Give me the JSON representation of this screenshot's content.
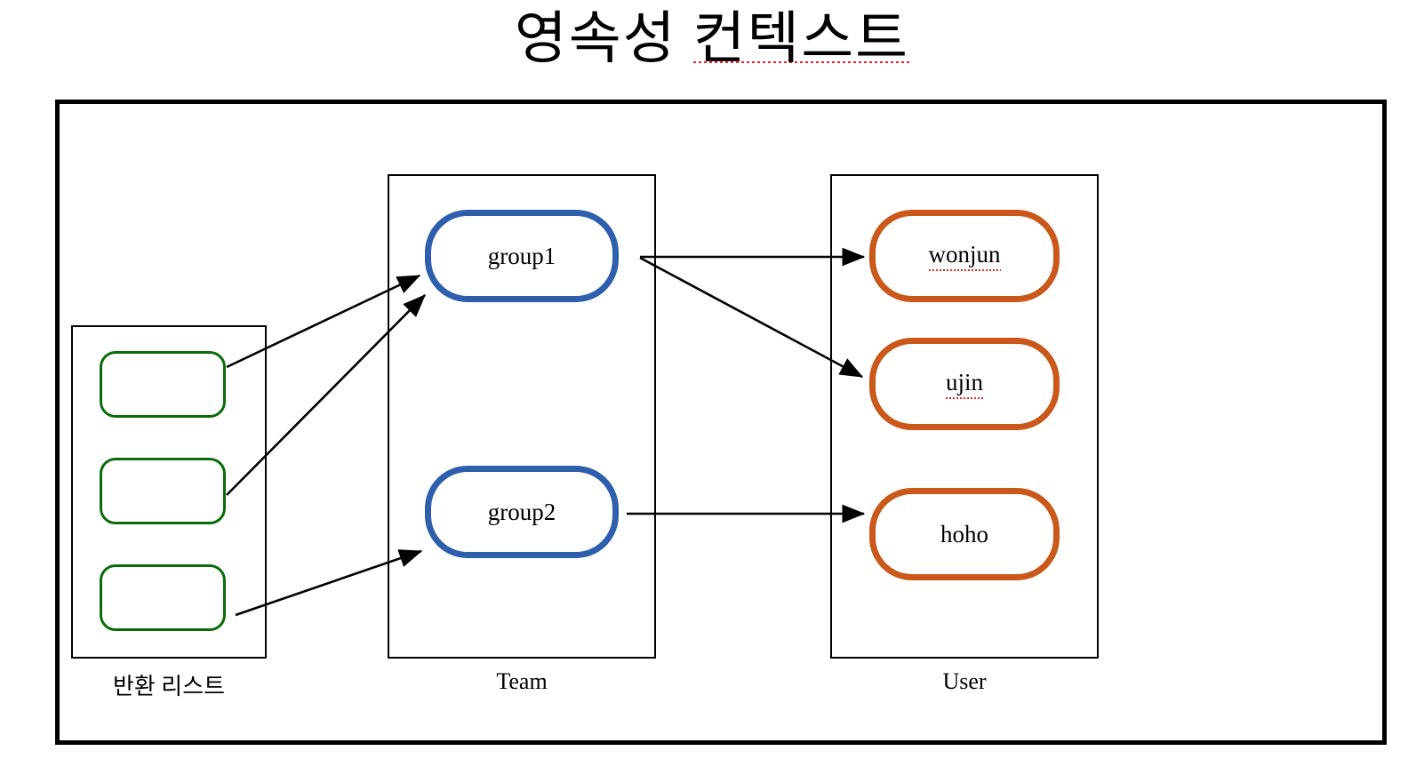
{
  "title": {
    "full": "영속성 컨텍스트",
    "plain_part": "영속성 ",
    "misspelled_part": "컨텍스트"
  },
  "diagram": {
    "columns": [
      {
        "id": "return-list",
        "caption": "반환 리스트"
      },
      {
        "id": "team",
        "caption": "Team"
      },
      {
        "id": "user",
        "caption": "User"
      }
    ],
    "return_list_nodes": [
      {
        "label": "",
        "color": "#0a6b0a"
      },
      {
        "label": "",
        "color": "#0a6b0a"
      },
      {
        "label": "",
        "color": "#0a6b0a"
      }
    ],
    "team_nodes": [
      {
        "label": "group1",
        "color": "#2e5fac",
        "misspelled": false
      },
      {
        "label": "group2",
        "color": "#2e5fac",
        "misspelled": false
      }
    ],
    "user_nodes": [
      {
        "label": "wonjun",
        "color": "#c9581a",
        "misspelled": true
      },
      {
        "label": "ujin",
        "color": "#c9581a",
        "misspelled": true
      },
      {
        "label": "hoho",
        "color": "#c9581a",
        "misspelled": false
      }
    ],
    "arrows": [
      {
        "from": "return-slot-1",
        "to": "group1"
      },
      {
        "from": "return-slot-2",
        "to": "group1"
      },
      {
        "from": "return-slot-3",
        "to": "group2"
      },
      {
        "from": "group1",
        "to": "wonjun"
      },
      {
        "from": "group1",
        "to": "ujin"
      },
      {
        "from": "group2",
        "to": "hoho"
      }
    ],
    "colors": {
      "frame": "#000000",
      "green": "#0a6b0a",
      "blue": "#2e5fac",
      "orange": "#c9581a",
      "spellcheck_underline": "#ff2020",
      "background": "#ffffff"
    }
  }
}
